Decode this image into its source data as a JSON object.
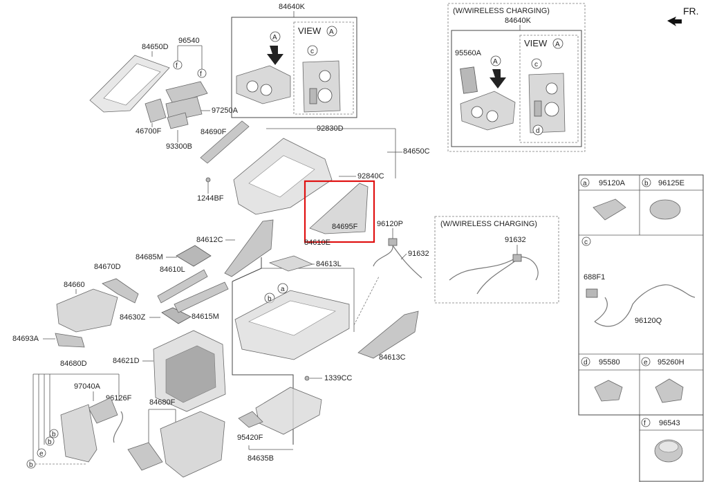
{
  "labels": {
    "p84640K": "84640K",
    "p84640K_w": "84640K",
    "wireless_charging_top": "(W/WIRELESS CHARGING)",
    "wireless_charging_mid": "(W/WIRELESS CHARGING)",
    "view_a": "VIEW",
    "view_a2": "VIEW",
    "p84650D": "84650D",
    "p96540": "96540",
    "p97250A": "97250A",
    "p46700F": "46700F",
    "p93300B": "93300B",
    "p84690F": "84690F",
    "p92830D": "92830D",
    "p84650C": "84650C",
    "p92840C": "92840C",
    "p1244BF": "1244BF",
    "p84695F": "84695F",
    "p84610E": "84610E",
    "p96120P": "96120P",
    "p91632": "91632",
    "p91632w": "91632",
    "p95560A": "95560A",
    "p84612C": "84612C",
    "p84685M": "84685M",
    "p84670D": "84670D",
    "p84610L": "84610L",
    "p84613L": "84613L",
    "p84660": "84660",
    "p84630Z": "84630Z",
    "p84615M": "84615M",
    "p84693A": "84693A",
    "p84621D": "84621D",
    "p84613C": "84613C",
    "p84680D": "84680D",
    "p97040A": "97040A",
    "p96126F": "96126F",
    "p84680F": "84680F",
    "p1339CC": "1339CC",
    "p95420F": "95420F",
    "p84635B": "84635B",
    "fr": "FR."
  },
  "legend": {
    "a_code": "95120A",
    "b_code": "96125E",
    "c_688F1": "688F1",
    "c_96120Q": "96120Q",
    "d_code": "95580",
    "e_code": "95260H",
    "f_code": "96543"
  },
  "callouts": {
    "a": "a",
    "b": "b",
    "c": "c",
    "d": "d",
    "e": "e",
    "f": "f",
    "A": "A"
  },
  "highlight": {
    "part": "84695F",
    "color": "#e01010"
  }
}
